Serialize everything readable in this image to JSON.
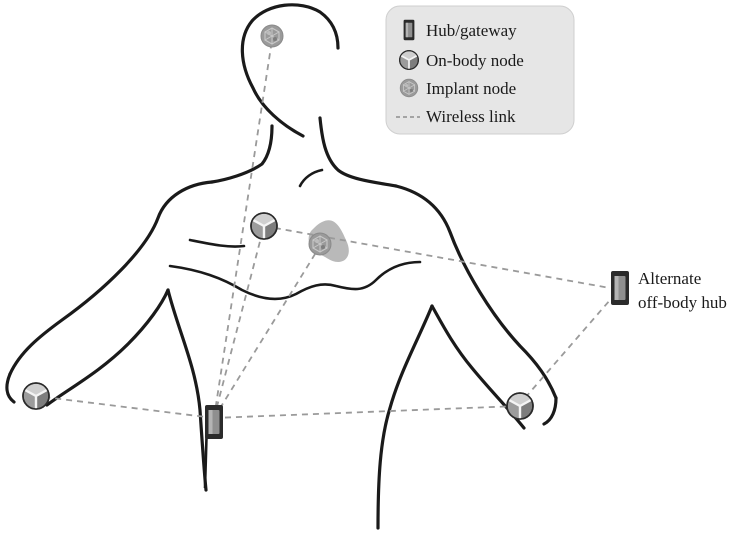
{
  "legend": {
    "items": [
      {
        "icon": "hub-gateway-icon",
        "label": "Hub/gateway"
      },
      {
        "icon": "on-body-node-icon",
        "label": "On-body node"
      },
      {
        "icon": "implant-node-icon",
        "label": "Implant node"
      },
      {
        "icon": "wireless-link-icon",
        "label": "Wireless link"
      }
    ]
  },
  "labels": {
    "alternate_hub_line1": "Alternate",
    "alternate_hub_line2": "off-body hub"
  },
  "colors": {
    "legend_background": "#e6e6e6",
    "body_stroke": "#1a1a1a",
    "link_stroke": "#9a9a9a",
    "node_gray": "#8e8e8e",
    "heart_gray": "#b9b9b9"
  }
}
